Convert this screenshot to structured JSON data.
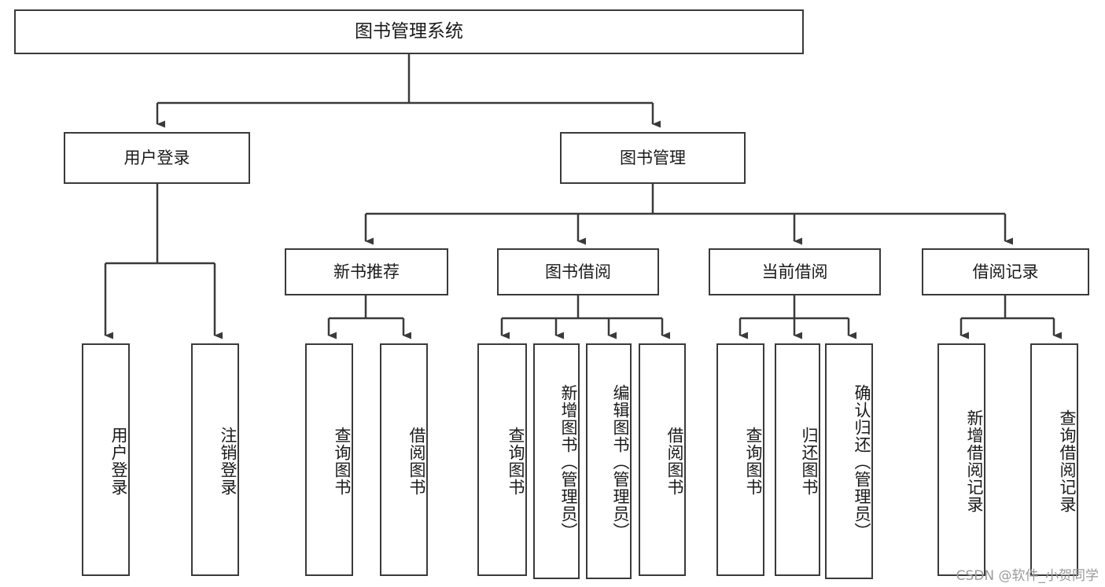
{
  "diagram": {
    "title": "图书管理系统",
    "watermark": "CSDN @软件_小贺同学",
    "colors": {
      "background": "#ffffff",
      "box_border": "#3a3a3a",
      "edge": "#3a3a3a",
      "text": "#1a1a1a",
      "watermark": "#9a9a9a"
    },
    "root": {
      "label": "图书管理系统"
    },
    "level2": [
      {
        "label": "用户登录"
      },
      {
        "label": "图书管理"
      }
    ],
    "level3": [
      {
        "label": "新书推荐"
      },
      {
        "label": "图书借阅"
      },
      {
        "label": "当前借阅"
      },
      {
        "label": "借阅记录"
      }
    ],
    "leaves": {
      "user_login": [
        {
          "label": "用户登录"
        },
        {
          "label": "注销登录"
        }
      ],
      "new_book_recommend": [
        {
          "label": "查询图书"
        },
        {
          "label": "借阅图书"
        }
      ],
      "book_borrow": [
        {
          "label": "查询图书"
        },
        {
          "label": "新增图书（管理员）"
        },
        {
          "label": "编辑图书（管理员）"
        },
        {
          "label": "借阅图书"
        }
      ],
      "current_borrow": [
        {
          "label": "查询图书"
        },
        {
          "label": "归还图书"
        },
        {
          "label": "确认归还（管理员）"
        }
      ],
      "borrow_record": [
        {
          "label": "新增借阅记录"
        },
        {
          "label": "查询借阅记录"
        }
      ]
    }
  }
}
